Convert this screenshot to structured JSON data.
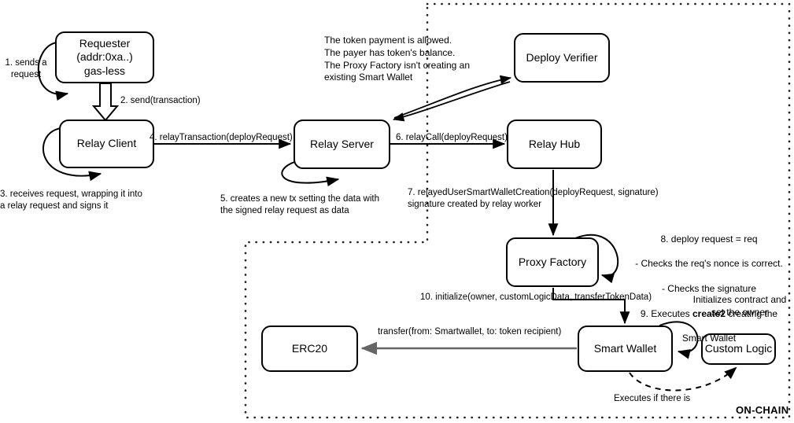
{
  "diagram": {
    "title_label": "ON-CHAIN",
    "nodes": [
      {
        "id": "requester",
        "label": "Requester\n(addr:0xa..)\ngas-less"
      },
      {
        "id": "relay-client",
        "label": "Relay Client"
      },
      {
        "id": "relay-server",
        "label": "Relay Server"
      },
      {
        "id": "deploy-verifier",
        "label": "Deploy Verifier"
      },
      {
        "id": "relay-hub",
        "label": "Relay Hub"
      },
      {
        "id": "proxy-factory",
        "label": "Proxy Factory"
      },
      {
        "id": "smart-wallet",
        "label": "Smart Wallet"
      },
      {
        "id": "custom-logic",
        "label": "Custom Logic"
      },
      {
        "id": "erc20",
        "label": "ERC20"
      }
    ],
    "edge_labels": [
      {
        "id": "step-1",
        "text": "1. sends a\nrequest"
      },
      {
        "id": "step-2",
        "text": "2. send(transaction)"
      },
      {
        "id": "step-3",
        "text": "3. receives request, wrapping it into\na relay request and signs it"
      },
      {
        "id": "step-4",
        "text": "4. relayTransaction(deployRequest)"
      },
      {
        "id": "step-5",
        "text": "5. creates a new tx setting the data with\nthe signed relay request as data"
      },
      {
        "id": "step-6",
        "text": "6. relayCall(deployRequest)"
      },
      {
        "id": "step-7",
        "text": "7. relayedUserSmartWalletCreation(deployRequest, signature)\nsignature created by relay worker"
      },
      {
        "id": "step-10",
        "text": "10. initialize(owner, customLogicData, transferTokenData)"
      },
      {
        "id": "transfer",
        "text": "transfer(from: Smartwallet, to: token recipient)"
      },
      {
        "id": "executes-if",
        "text": "Executes if there is"
      }
    ],
    "notes": [
      {
        "id": "verifier-conditions",
        "text": "The token payment is allowed.\nThe payer has token's balance.\nThe Proxy Factory isn't creating an\nexisting Smart Wallet"
      },
      {
        "id": "factory-checks-line1",
        "text": "8. deploy request = req"
      },
      {
        "id": "factory-checks-line2",
        "text": "- Checks the req's nonce is correct."
      },
      {
        "id": "factory-checks-line3",
        "text": "- Checks the signature"
      },
      {
        "id": "factory-checks-line4-pre",
        "text": "9. Executes "
      },
      {
        "id": "factory-checks-line4-bold",
        "text": "create2"
      },
      {
        "id": "factory-checks-line4-post",
        "text": " creating the"
      },
      {
        "id": "factory-checks-line5",
        "text": "Smart Wallet"
      },
      {
        "id": "initializes-contract",
        "text": "Initializes contract and\nset the owner"
      }
    ],
    "colors": {
      "stroke": "#000000",
      "background": "#ffffff",
      "transfer_arrow": "#666666",
      "boundary_dots": "#222222"
    }
  }
}
